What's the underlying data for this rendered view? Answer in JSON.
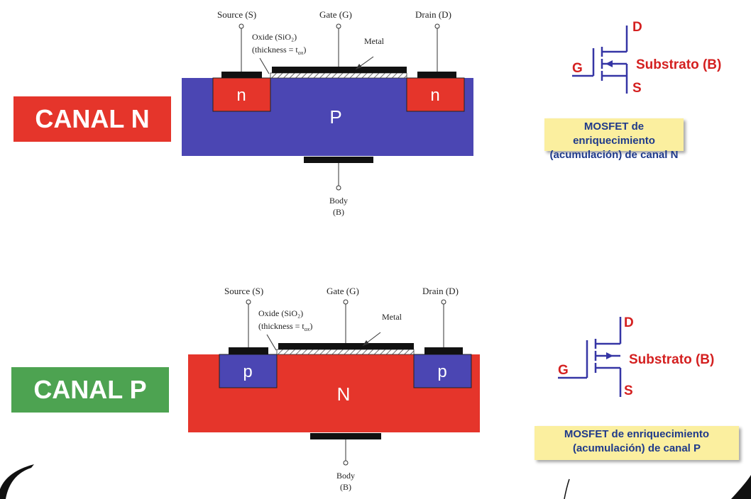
{
  "panel_n": {
    "title": "CANAL N",
    "substrate_letter": "P",
    "well_letter": "n",
    "terminals": {
      "source": "Source (S)",
      "gate": "Gate (G)",
      "drain": "Drain (D)"
    },
    "oxide_line1": "Oxide (SiO₂)",
    "oxide_line2_prefix": "(thickness = t",
    "oxide_line2_sub": "ox",
    "oxide_line2_suffix": ")",
    "metal": "Metal",
    "body_line1": "Body",
    "body_line2": "(B)",
    "symbol": {
      "d": "D",
      "g": "G",
      "s": "S",
      "substrate": "Substrato (B)"
    },
    "caption_line1": "MOSFET de enriquecimiento",
    "caption_line2": "(acumulación) de canal N",
    "colors": {
      "substrate": "#4b46b3",
      "well": "#e5352b",
      "title_bg": "#e5352b"
    }
  },
  "panel_p": {
    "title": "CANAL P",
    "substrate_letter": "N",
    "well_letter": "p",
    "terminals": {
      "source": "Source (S)",
      "gate": "Gate (G)",
      "drain": "Drain (D)"
    },
    "oxide_line1": "Oxide (SiO₂)",
    "oxide_line2_prefix": "(thickness = t",
    "oxide_line2_sub": "ox",
    "oxide_line2_suffix": ")",
    "metal": "Metal",
    "body_line1": "Body",
    "body_line2": "(B)",
    "symbol": {
      "d": "D",
      "g": "G",
      "s": "S",
      "substrate": "Substrato (B)"
    },
    "caption_line1": "MOSFET de enriquecimiento",
    "caption_line2": "(acumulación) de canal P",
    "colors": {
      "substrate": "#e5352b",
      "well": "#4b46b3",
      "title_bg": "#4da351"
    }
  },
  "symbol_color": "#3535a5",
  "symbol_label_color": "#d42020"
}
